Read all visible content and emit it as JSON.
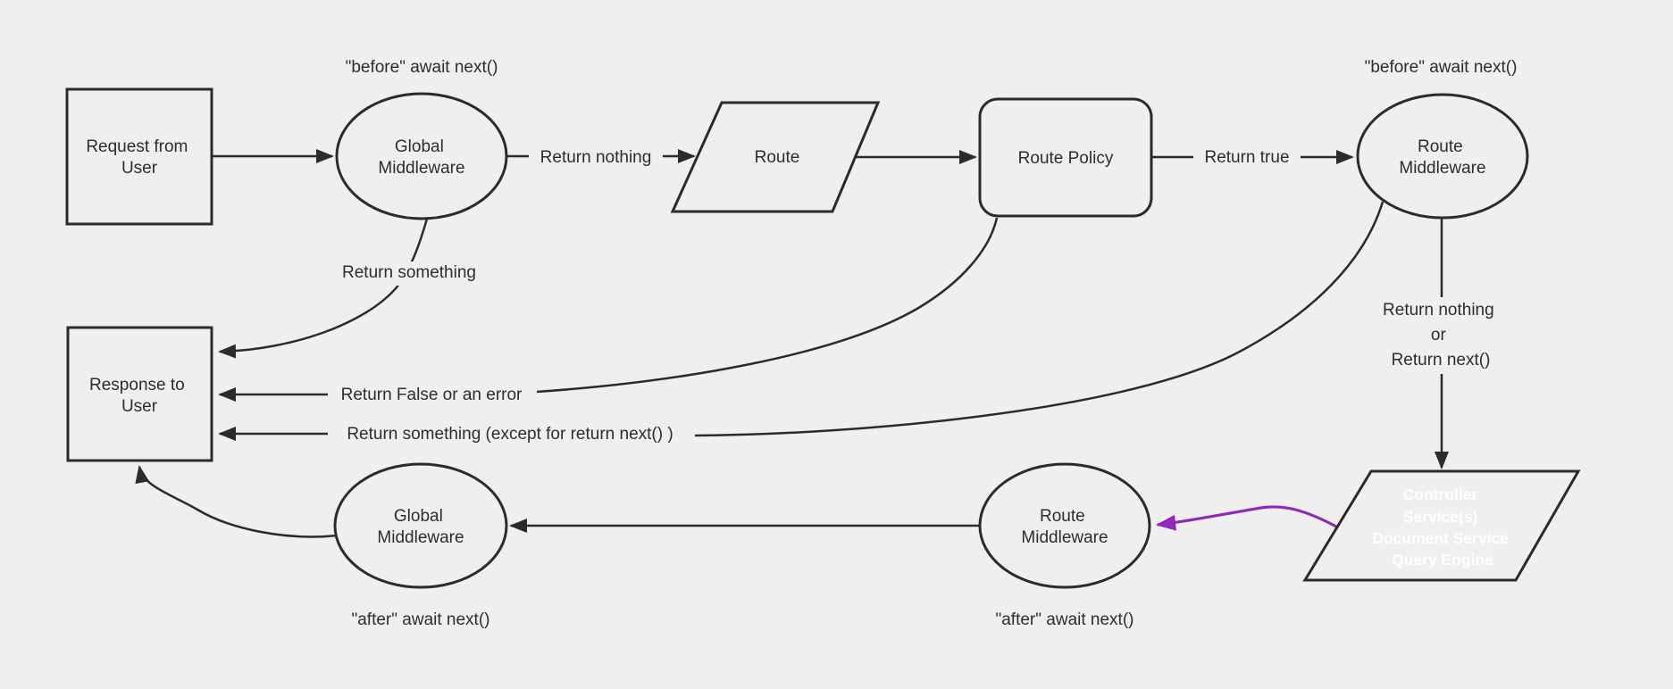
{
  "colors": {
    "background": "#efefef",
    "line": "#2b2b2b",
    "text": "#2d2d2d",
    "node_fill": "#efefef",
    "controller_fill": "#8a28a8",
    "controller_text": "#ffffff",
    "purple_arrow": "#9128b8"
  },
  "nodes": {
    "request": {
      "lines": [
        "Request from",
        "User"
      ]
    },
    "global_middleware_top": {
      "lines": [
        "Global",
        "Middleware"
      ]
    },
    "route": {
      "label": "Route"
    },
    "route_policy": {
      "label": "Route Policy"
    },
    "route_middleware_top": {
      "lines": [
        "Route",
        "Middleware"
      ]
    },
    "controller": {
      "lines": [
        "Controller",
        "Service(s)",
        "Document Service",
        "Query Engine"
      ]
    },
    "route_middleware_bottom": {
      "lines": [
        "Route",
        "Middleware"
      ]
    },
    "global_middleware_bottom": {
      "lines": [
        "Global",
        "Middleware"
      ]
    },
    "response": {
      "lines": [
        "Response to",
        "User"
      ]
    }
  },
  "edge_labels": {
    "before_await_next_left": "\"before\" await next()",
    "before_await_next_right": "\"before\" await next()",
    "return_nothing": "Return nothing",
    "return_true": "Return true",
    "return_something": "Return something",
    "return_false_or_error": "Return False or an error",
    "return_something_except": "Return something (except for return next() )",
    "return_nothing_or": {
      "lines": [
        "Return nothing",
        "or",
        "Return next()"
      ]
    },
    "after_await_next_left": "\"after\" await next()",
    "after_await_next_right": "\"after\" await next()"
  }
}
